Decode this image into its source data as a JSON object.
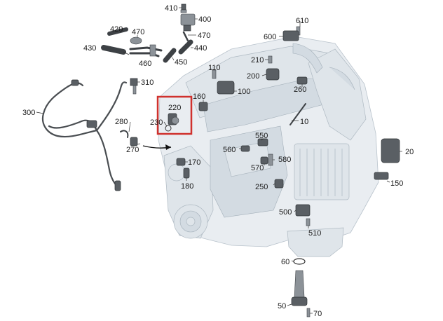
{
  "diagram": {
    "highlight_color": "#d0312d",
    "highlighted_part": "220",
    "labels": {
      "l410": "410",
      "l400": "400",
      "l470a": "470",
      "l470b": "470",
      "l420": "420",
      "l430": "430",
      "l440": "440",
      "l460": "460",
      "l450": "450",
      "l610": "610",
      "l600": "600",
      "l210": "210",
      "l110": "110",
      "l200": "200",
      "l310": "310",
      "l100": "100",
      "l260": "260",
      "l160": "160",
      "l220": "220",
      "l300": "300",
      "l230": "230",
      "l280": "280",
      "l10": "10",
      "l550": "550",
      "l270": "270",
      "l560": "560",
      "l20": "20",
      "l580": "580",
      "l170": "170",
      "l570": "570",
      "l150": "150",
      "l250": "250",
      "l180": "180",
      "l500": "500",
      "l510": "510",
      "l60": "60",
      "l50": "50",
      "l70": "70"
    }
  }
}
